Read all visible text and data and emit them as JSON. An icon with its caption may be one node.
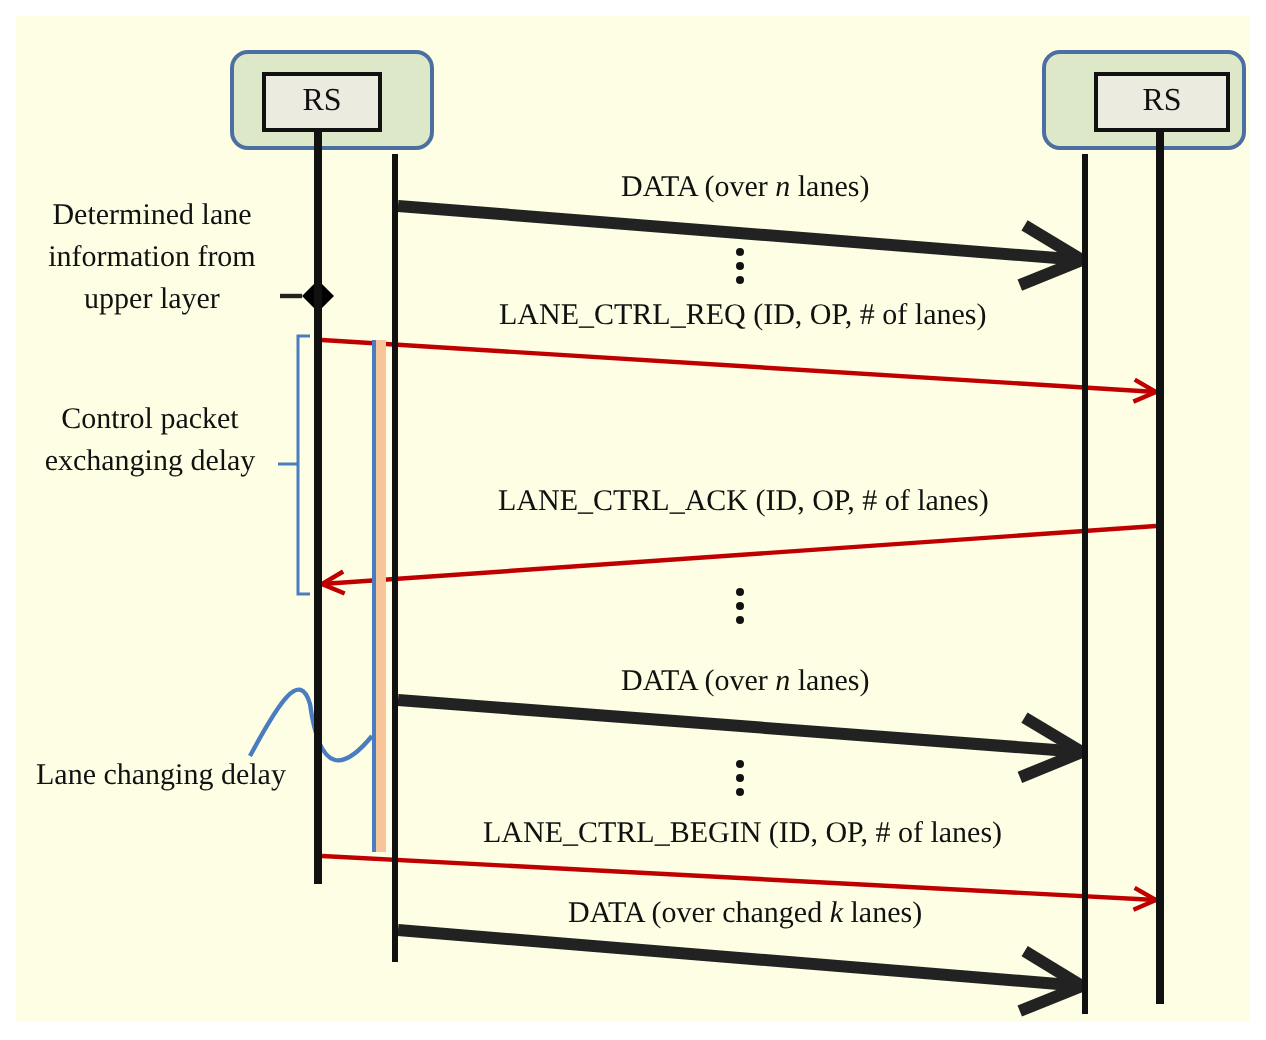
{
  "diagram": {
    "nodes": [
      {
        "text": [],
        "shape": "box"
      },
      {
        "text": [
          "RS"
        ],
        "in": 0
      },
      {
        "text": [],
        "shape": "box"
      },
      {
        "text": [
          "RS"
        ],
        "in": 2
      },
      {
        "text": [],
        "shape": "line"
      },
      {
        "text": [],
        "shape": "line"
      },
      {
        "text": [],
        "shape": "line"
      },
      {
        "text": [],
        "shape": "line"
      },
      {
        "text": [
          "Determined lane information from upper layer"
        ]
      },
      {
        "text": [],
        "shape": "diamond"
      },
      {
        "text": [
          "Lane changing delay"
        ]
      },
      {
        "text": [],
        "shape": "bar"
      }
    ],
    "edges": [
      {
        "from": 5,
        "to": 6,
        "arrow": "to",
        "label": "DATA (over *n* lanes)",
        "style": "thick"
      },
      {
        "from": 4,
        "to": 7,
        "arrow": "to",
        "label": "LANE_CTRL_REQ (ID, OP, # of lanes)",
        "color": "#c00000"
      },
      {
        "from": 7,
        "to": 4,
        "arrow": "to",
        "label": "LANE_CTRL_ACK (ID, OP, # of lanes)",
        "color": "#c00000"
      },
      {
        "from": 5,
        "to": 6,
        "arrow": "to",
        "label": "DATA (over *n* lanes)",
        "style": "thick"
      },
      {
        "from": 4,
        "to": 7,
        "arrow": "to",
        "label": "LANE_CTRL_BEGIN (ID, OP, # of lanes)",
        "color": "#c00000"
      },
      {
        "from": 5,
        "to": 6,
        "arrow": "to",
        "label": "DATA (over changed *k* lanes)",
        "style": "thick"
      },
      {
        "from": 8,
        "to": 9,
        "arrow": "none"
      },
      {
        "from": 10,
        "to": 11,
        "arrow": "none",
        "color": "#4a7cc0"
      }
    ],
    "labels": [
      "Control packet exchanging delay"
    ]
  }
}
